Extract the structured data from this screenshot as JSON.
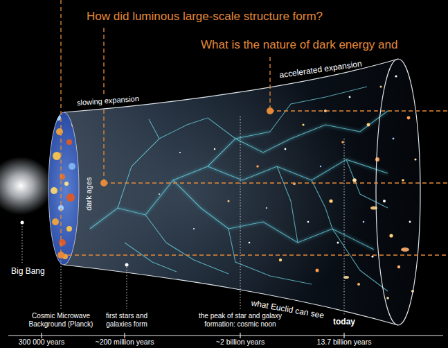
{
  "diagram": {
    "labels": [
      "How did luminous large-scale structure form?",
      "What is the nature of dark energy and",
      "accelerated expansion",
      "slowing expansion",
      "dark ages",
      "Big Bang",
      "what Euclid can see",
      "Cosmic Microwave Background (Planck)",
      "first stars and galaxies form",
      "the peak of star and galaxy formation: cosmic noon",
      "today",
      "300 000 years",
      "~200 million years",
      "~2 billion years",
      "13.7 billion years"
    ]
  }
}
